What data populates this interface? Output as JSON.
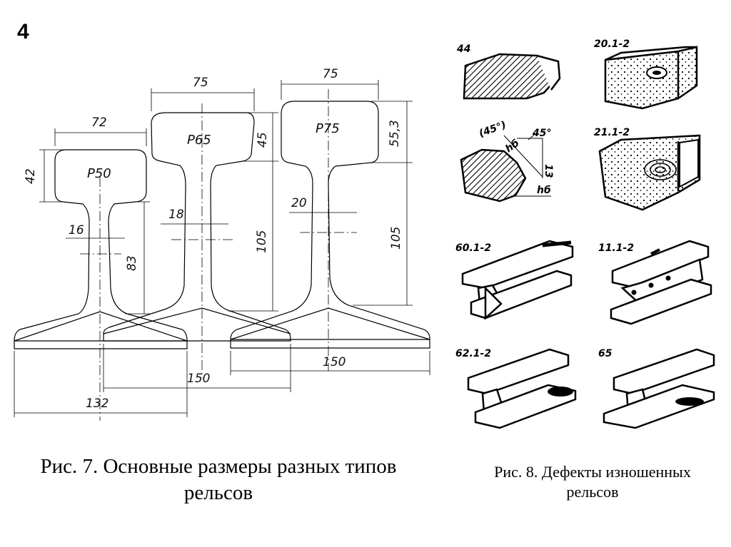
{
  "slide_number": "4",
  "figure7": {
    "caption_line1": "Рис. 7. Основные размеры разных типов",
    "caption_line2": "рельсов",
    "rails": [
      {
        "label": "P50",
        "head_width": "72",
        "head_height": "42",
        "web": "16",
        "height": "83",
        "base": "132"
      },
      {
        "label": "P65",
        "head_width": "75",
        "head_height": "45",
        "web": "18",
        "height": "105",
        "base": "150"
      },
      {
        "label": "P75",
        "head_width": "75",
        "head_height": "55,3",
        "web": "20",
        "height": "105",
        "base": "150"
      }
    ]
  },
  "figure8": {
    "caption_line1": "Рис. 8. Дефекты изношенных",
    "caption_line2": "рельсов",
    "defects": [
      "44",
      "20.1-2",
      "21.1-2",
      "60.1-2",
      "11.1-2",
      "62.1-2",
      "65"
    ],
    "wear_labels": {
      "angle": "(45°)",
      "angle2": "45°",
      "h_b": "hб",
      "h_b2": "hб",
      "height": "13"
    }
  }
}
